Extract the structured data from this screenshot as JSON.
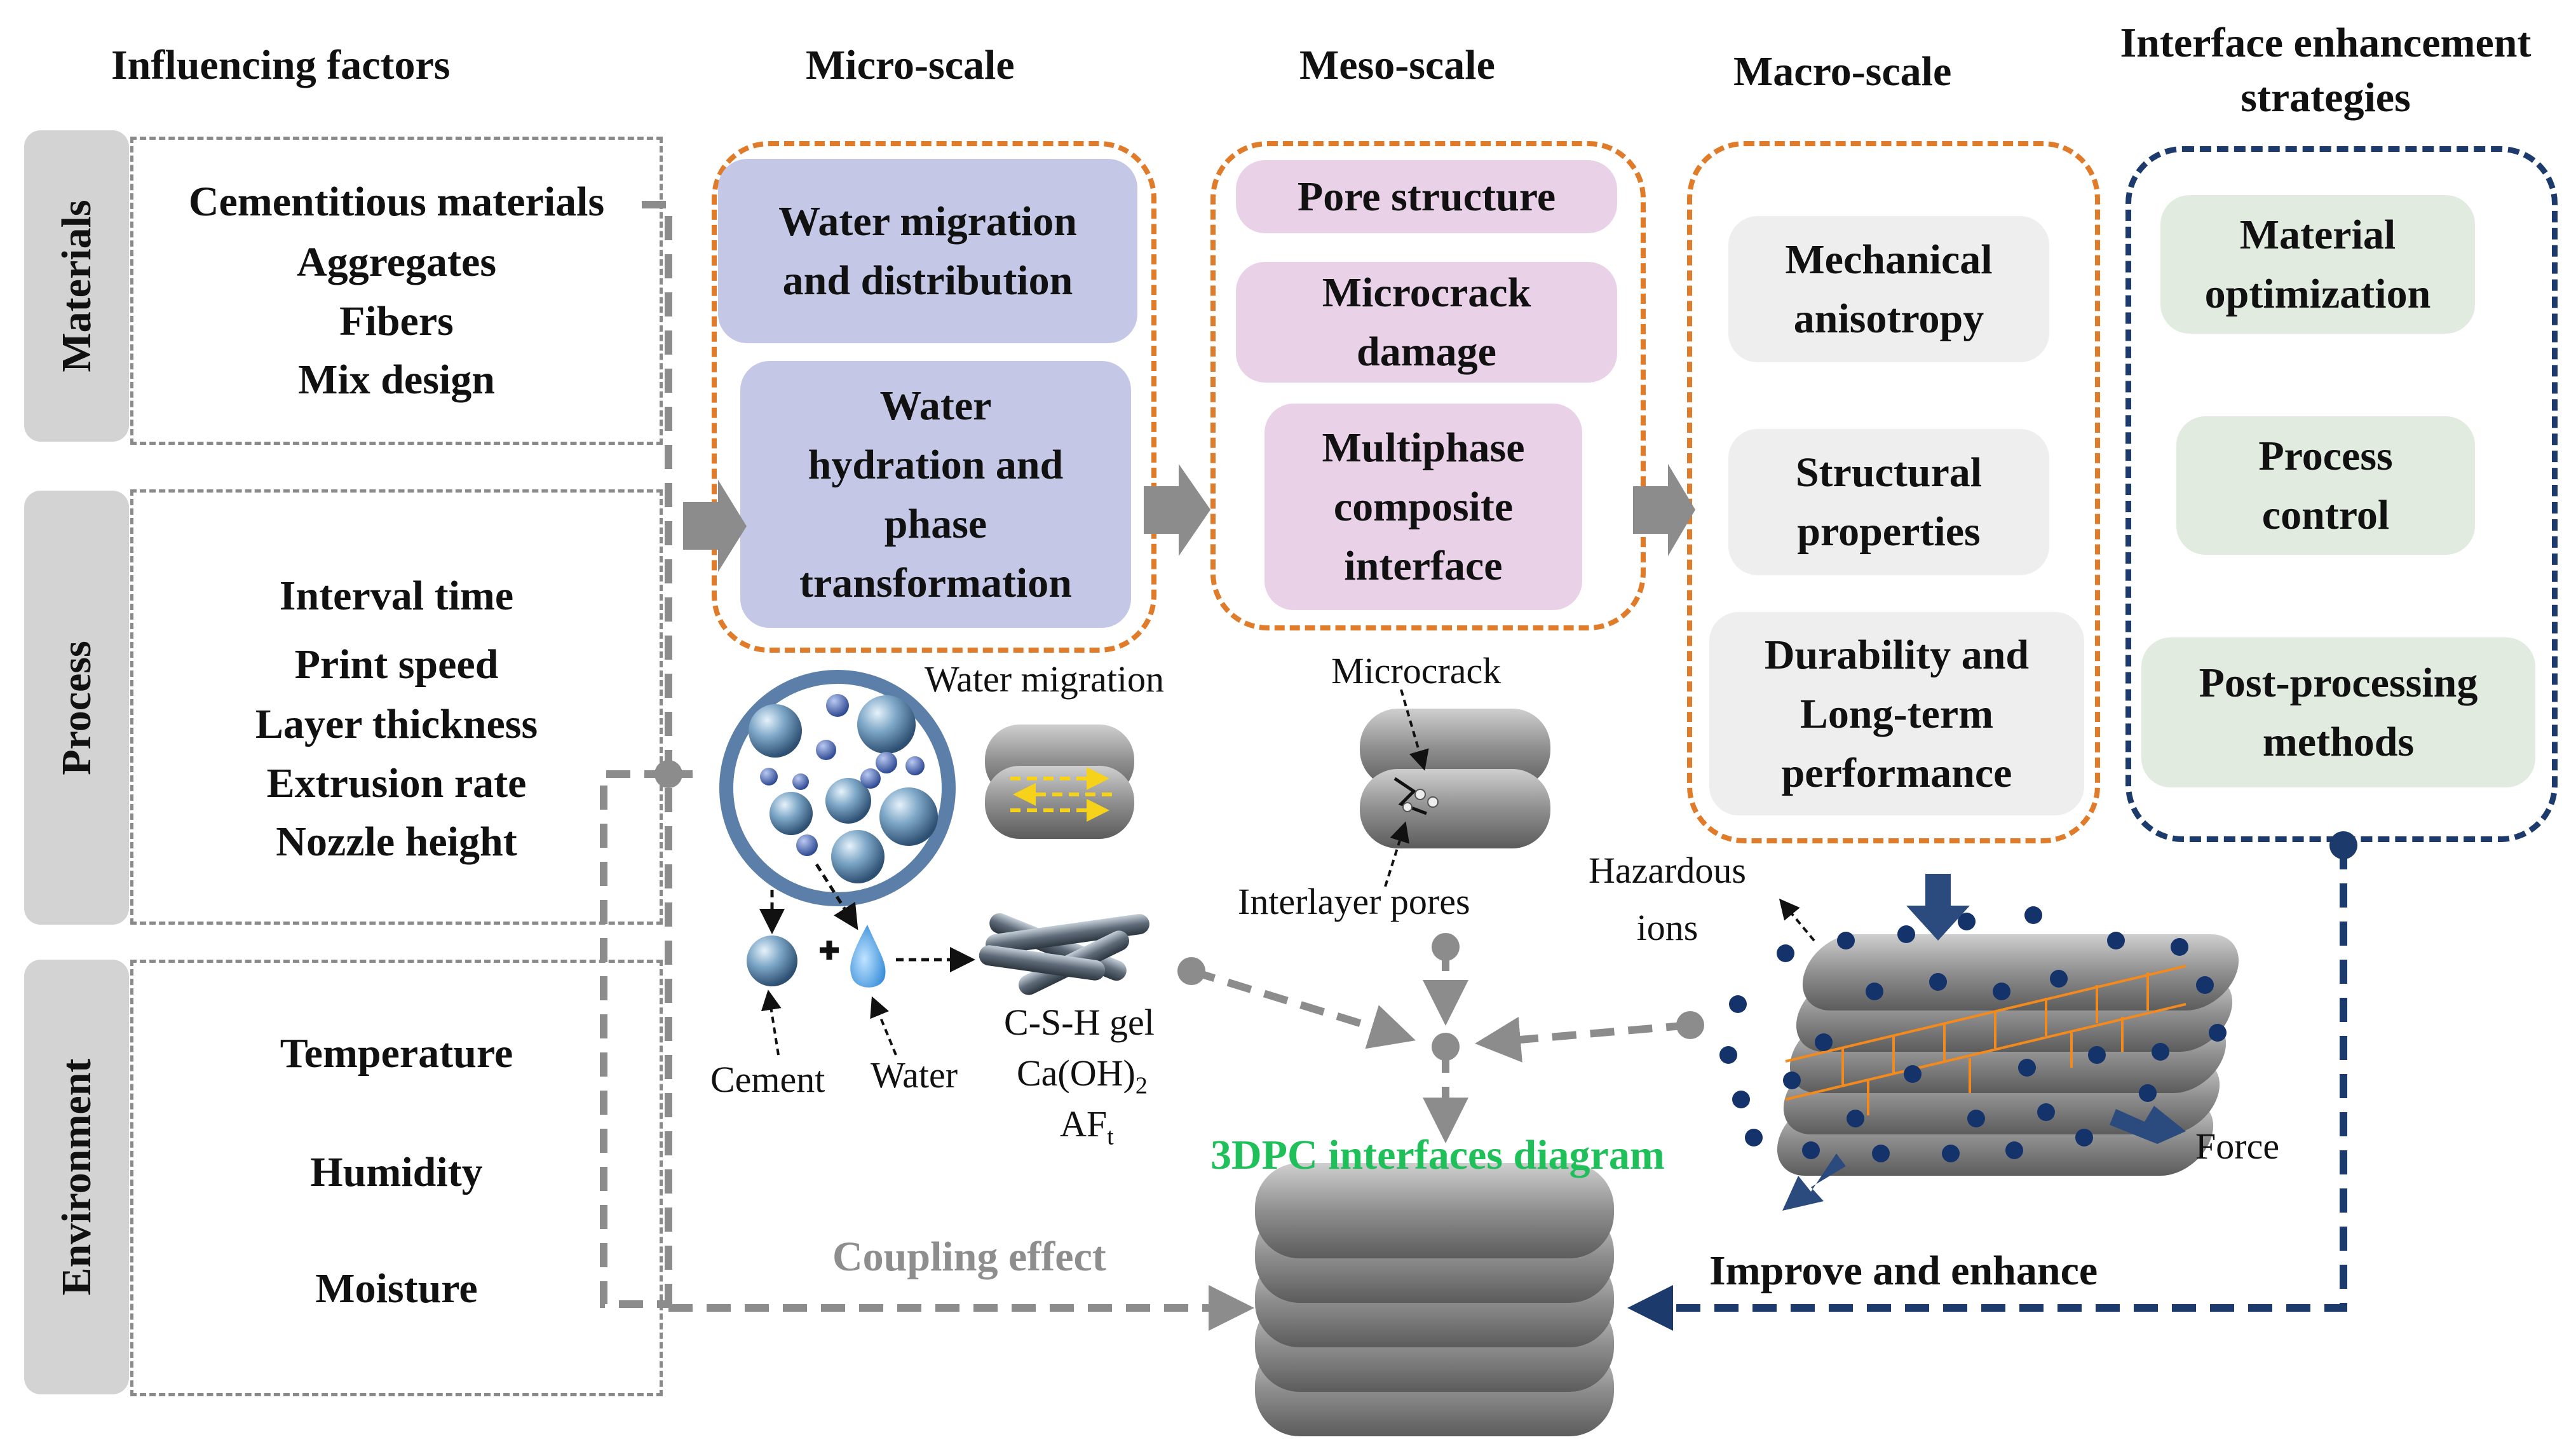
{
  "headers": {
    "influencing": "Influencing factors",
    "micro": "Micro-scale",
    "meso": "Meso-scale",
    "macro": "Macro-scale",
    "strategies_line1": "Interface enhancement",
    "strategies_line2": "strategies"
  },
  "categories": {
    "materials": {
      "tab": "Materials",
      "items": [
        "Cementitious materials",
        "Aggregates",
        "Fibers",
        "Mix design"
      ]
    },
    "process": {
      "tab": "Process",
      "items": [
        "Interval time",
        "Print speed",
        "Layer thickness",
        "Extrusion rate",
        "Nozzle height"
      ]
    },
    "environment": {
      "tab": "Environment",
      "items": [
        "Temperature",
        "Humidity",
        "Moisture"
      ]
    }
  },
  "micro": [
    "Water migration\nand distribution",
    "Water\nhydration and\nphase\ntransformation"
  ],
  "meso": [
    "Pore structure",
    "Microcrack\ndamage",
    "Multiphase\ncomposite\ninterface"
  ],
  "macro": [
    "Mechanical\nanisotropy",
    "Structural\nproperties",
    "Durability and\nLong-term\nperformance"
  ],
  "strategies": [
    "Material\noptimization",
    "Process\ncontrol",
    "Post-processing\nmethods"
  ],
  "annotations": {
    "water_migration": "Water migration",
    "microcrack": "Microcrack",
    "interlayer_pores": "Interlayer pores",
    "hazardous_line1": "Hazardous",
    "hazardous_line2": "ions",
    "cement": "Cement",
    "water": "Water",
    "csh": "C-S-H gel",
    "caoh": "Ca(OH)",
    "caoh_sub": "2",
    "aft": "AF",
    "aft_sub": "t",
    "force": "Force",
    "diagram_title": "3DPC interfaces diagram",
    "coupling": "Coupling effect",
    "improve": "Improve and enhance"
  },
  "colors": {
    "orange_dash": "#e07b2a",
    "navy_dash": "#1c3a6b",
    "gray_arrow": "#8c8c8c",
    "green_title": "#1fbf5a",
    "micro_card": "#c4c8e6",
    "meso_card": "#e9d2e8",
    "macro_card": "#eeeeee",
    "strategy_card": "#e1ebe0",
    "ion_dot": "#14336b",
    "stress_arrow": "#f28a1e"
  }
}
